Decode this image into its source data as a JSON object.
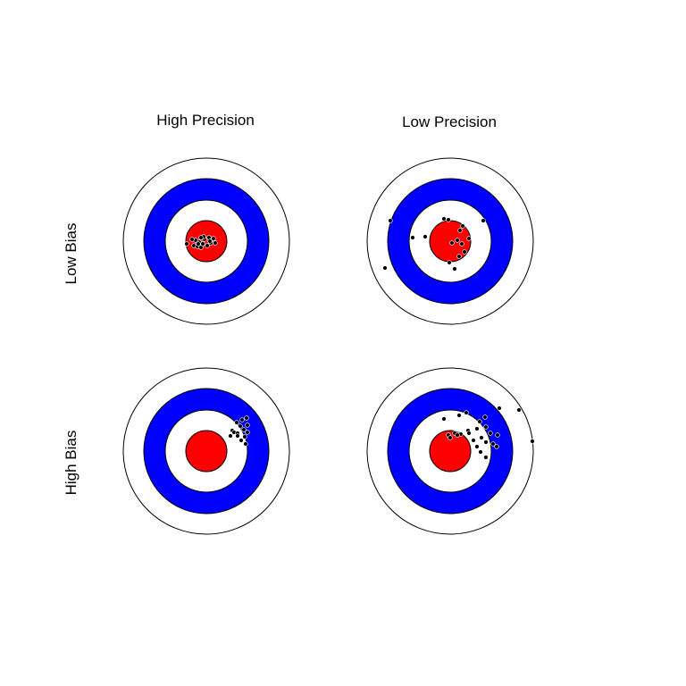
{
  "columns": [
    "High Precision",
    "Low Precision"
  ],
  "rows": [
    "Low Bias",
    "High Bias"
  ],
  "colors": {
    "outer_ring": "#ffffff",
    "blue_ring": "#0000ff",
    "inner_ring": "#ffffff",
    "bullseye": "#ff0000",
    "outline": "#000000",
    "shot": "#000000"
  },
  "rings": [
    "outer-ring",
    "blue-ring",
    "inner-ring",
    "bullseye"
  ],
  "panels": [
    {
      "column": "High Precision",
      "row": "Low Bias",
      "shots": [
        [
          -22,
          3
        ],
        [
          -14,
          5
        ],
        [
          -10,
          6
        ],
        [
          -12,
          -1
        ],
        [
          -8,
          1
        ],
        [
          -6,
          7
        ],
        [
          -4,
          3
        ],
        [
          -2,
          -2
        ],
        [
          1,
          5
        ],
        [
          3,
          -4
        ],
        [
          5,
          2
        ],
        [
          8,
          -3
        ],
        [
          -3,
          -5
        ],
        [
          -16,
          -2
        ],
        [
          10,
          2
        ],
        [
          -6,
          -4
        ],
        [
          4,
          0
        ],
        [
          -9,
          3
        ]
      ]
    },
    {
      "column": "Low Precision",
      "row": "Low Bias",
      "shots": [
        [
          -67,
          -23
        ],
        [
          -73,
          30
        ],
        [
          -42,
          -4
        ],
        [
          -28,
          -5
        ],
        [
          -7,
          -25
        ],
        [
          -2,
          -24
        ],
        [
          11,
          -12
        ],
        [
          14,
          -17
        ],
        [
          8,
          -1
        ],
        [
          13,
          3
        ],
        [
          21,
          -3
        ],
        [
          37,
          -23
        ],
        [
          16,
          12
        ],
        [
          10,
          17
        ],
        [
          -1,
          24
        ],
        [
          5,
          31
        ],
        [
          2,
          2
        ]
      ]
    },
    {
      "column": "High Precision",
      "row": "High Bias",
      "shots": [
        [
          34,
          -32
        ],
        [
          40,
          -35
        ],
        [
          45,
          -37
        ],
        [
          38,
          -28
        ],
        [
          42,
          -24
        ],
        [
          46,
          -29
        ],
        [
          29,
          -23
        ],
        [
          31,
          -21
        ],
        [
          35,
          -20
        ],
        [
          27,
          -17
        ],
        [
          35,
          -17
        ],
        [
          43,
          -16
        ],
        [
          39,
          -12
        ],
        [
          46,
          -21
        ],
        [
          44,
          -8
        ]
      ]
    },
    {
      "column": "Low Precision",
      "row": "High Bias",
      "shots": [
        [
          -7,
          -36
        ],
        [
          10,
          -40
        ],
        [
          18,
          -43
        ],
        [
          33,
          -33
        ],
        [
          39,
          -38
        ],
        [
          55,
          -48
        ],
        [
          77,
          -46
        ],
        [
          40,
          -27
        ],
        [
          30,
          -25
        ],
        [
          20,
          -23
        ],
        [
          7,
          -20
        ],
        [
          35,
          -15
        ],
        [
          45,
          -20
        ],
        [
          53,
          -18
        ],
        [
          52,
          -5
        ],
        [
          40,
          -10
        ],
        [
          40,
          7
        ],
        [
          34,
          1
        ],
        [
          30,
          -5
        ],
        [
          26,
          -12
        ],
        [
          21,
          -20
        ],
        [
          12,
          -19
        ],
        [
          5,
          -20
        ],
        [
          -2,
          -18
        ],
        [
          0,
          -15
        ],
        [
          8,
          -18
        ],
        [
          48,
          -8
        ],
        [
          92,
          -11
        ]
      ]
    }
  ]
}
